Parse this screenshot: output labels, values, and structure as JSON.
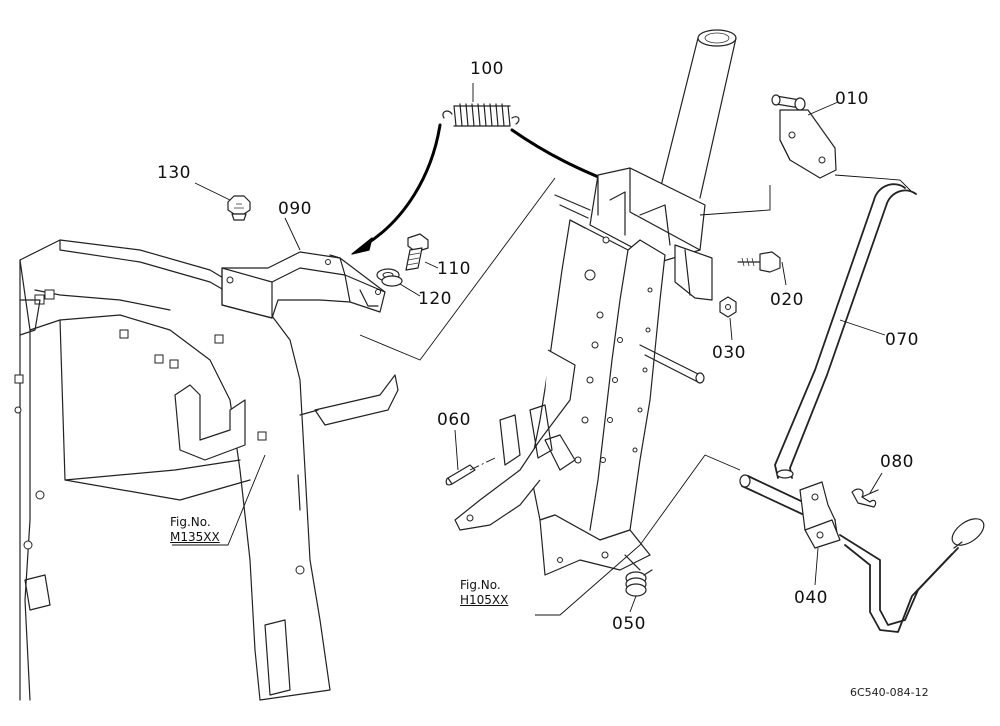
{
  "labels": {
    "p010": "010",
    "p020": "020",
    "p030": "030",
    "p040": "040",
    "p050": "050",
    "p060": "060",
    "p070": "070",
    "p080": "080",
    "p090": "090",
    "p100": "100",
    "p110": "110",
    "p120": "120",
    "p130": "130"
  },
  "refs": {
    "frame": {
      "line1": "Fig.No.",
      "line2": "M135XX"
    },
    "column": {
      "line1": "Fig.No.",
      "line2": "H105XX"
    }
  },
  "drawing_code": "6C540-084-12"
}
